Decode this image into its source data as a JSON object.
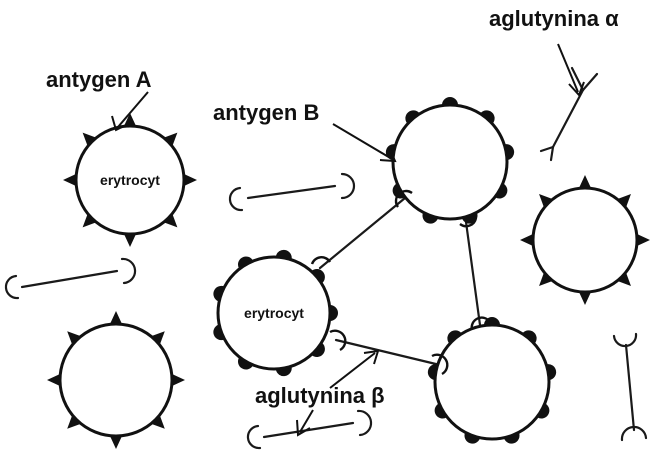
{
  "labels": {
    "antigen_a": "antygen A",
    "antigen_b": "antygen B",
    "agglutinin_alpha": "aglutynina α",
    "agglutinin_beta": "aglutynina β",
    "erythrocyte": "erytrocyt"
  },
  "colors": {
    "ink": "#111111",
    "background": "#ffffff"
  }
}
